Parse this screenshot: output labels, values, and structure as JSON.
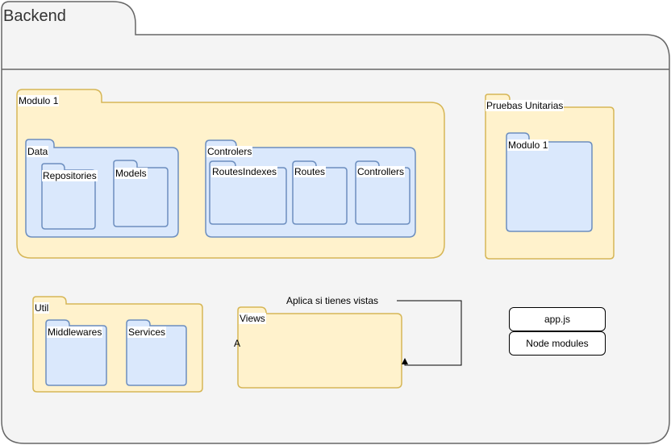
{
  "backend": {
    "title": "Backend"
  },
  "modulo1": {
    "title": "Modulo 1",
    "data": {
      "title": "Data",
      "repositories": "Repositories",
      "models": "Models"
    },
    "controlers": {
      "title": "Controlers",
      "routesindexes": "RoutesIndexes",
      "routes": "Routes",
      "controllers": "Controllers"
    }
  },
  "pruebas": {
    "title": "Pruebas Unitarias",
    "modulo1": "Modulo 1"
  },
  "util": {
    "title": "Util",
    "middlewares": "Middlewares",
    "services": "Services"
  },
  "views": {
    "title": "Views",
    "note": "Aplica si tienes vistas"
  },
  "files": {
    "app": "app.js",
    "node_modules": "Node modules"
  },
  "colors": {
    "container_fill": "#f4f4f4",
    "container_stroke": "#666666",
    "yellow_fill": "#fff2cc",
    "yellow_stroke": "#d6b656",
    "blue_fill": "#dae8fc",
    "blue_stroke": "#6c8ebf"
  }
}
